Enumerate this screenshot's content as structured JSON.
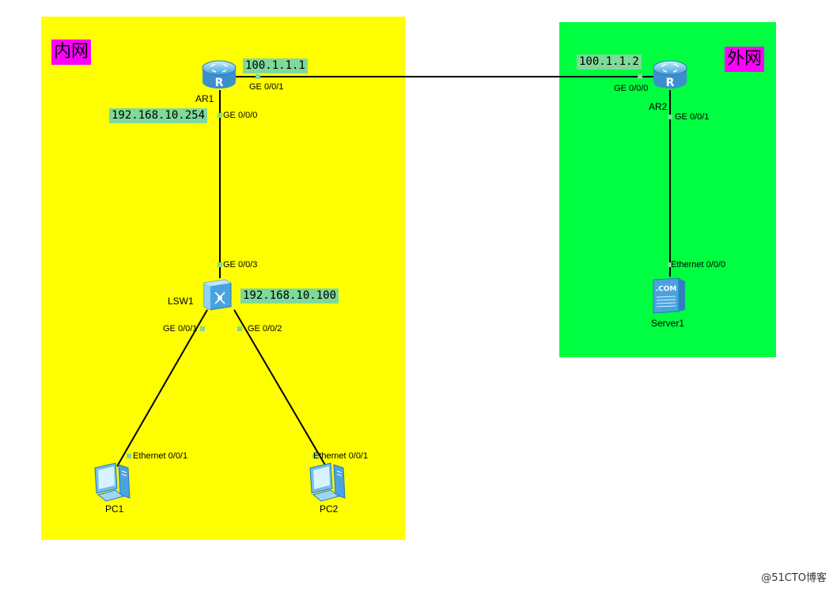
{
  "zones": {
    "inner": {
      "label": "内网",
      "color": "#ffff00"
    },
    "outer": {
      "label": "外网",
      "color": "#00ff40"
    },
    "label_color": "#ff00ff"
  },
  "devices": {
    "ar1": {
      "name": "AR1",
      "type": "router",
      "icon": "router-icon"
    },
    "ar2": {
      "name": "AR2",
      "type": "router",
      "icon": "router-icon"
    },
    "lsw1": {
      "name": "LSW1",
      "type": "switch",
      "icon": "switch-icon"
    },
    "pc1": {
      "name": "PC1",
      "type": "pc",
      "icon": "pc-icon"
    },
    "pc2": {
      "name": "PC2",
      "type": "pc",
      "icon": "pc-icon"
    },
    "server1": {
      "name": "Server1",
      "type": "server",
      "icon": "server-icon"
    }
  },
  "ip_labels": {
    "ar1_ge001": "100.1.1.1",
    "ar1_ge000": "192.168.10.254",
    "ar2_ge000": "100.1.1.2",
    "lsw1": "192.168.10.100"
  },
  "ports": {
    "ar1_ge001": "GE 0/0/1",
    "ar1_ge000": "GE 0/0/0",
    "ar2_ge000": "GE 0/0/0",
    "ar2_ge001": "GE 0/0/1",
    "lsw1_ge003": "GE 0/0/3",
    "lsw1_ge001": "GE 0/0/1",
    "lsw1_ge002": "GE 0/0/2",
    "pc1_eth": "Ethernet 0/0/1",
    "pc2_eth": "Ethernet 0/0/1",
    "server1_eth": "Ethernet 0/0/0"
  },
  "links": [
    {
      "from": "AR1",
      "to": "AR2"
    },
    {
      "from": "AR1",
      "to": "LSW1"
    },
    {
      "from": "LSW1",
      "to": "PC1"
    },
    {
      "from": "LSW1",
      "to": "PC2"
    },
    {
      "from": "AR2",
      "to": "Server1"
    }
  ],
  "server_badge": ".COM",
  "watermark": "@51CTO博客"
}
